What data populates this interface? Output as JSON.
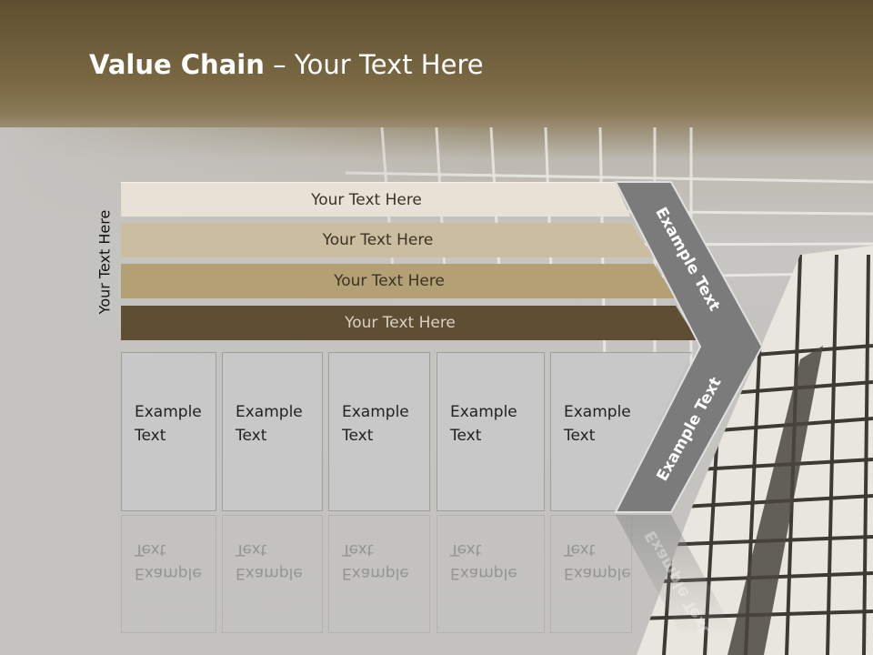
{
  "title": {
    "bold": "Value Chain",
    "rest": " – Your Text Here"
  },
  "side_label": "Your Text Here",
  "bars": [
    "Your Text Here",
    "Your Text Here",
    "Your Text Here",
    "Your Text Here"
  ],
  "boxes": [
    {
      "line1": "Example",
      "line2": "Text"
    },
    {
      "line1": "Example",
      "line2": "Text"
    },
    {
      "line1": "Example",
      "line2": "Text"
    },
    {
      "line1": "Example",
      "line2": "Text"
    },
    {
      "line1": "Example",
      "line2": "Text"
    }
  ],
  "chevron": {
    "upper_label": "Example Text",
    "lower_label": "Example Text"
  },
  "colors": {
    "title_bar": "#6e5e3b",
    "bar_1": "#e8e2d6",
    "bar_2": "#cbbd9f",
    "bar_3": "#b3a075",
    "bar_4": "#5e4f34",
    "chevron": "#7b7b7b"
  }
}
